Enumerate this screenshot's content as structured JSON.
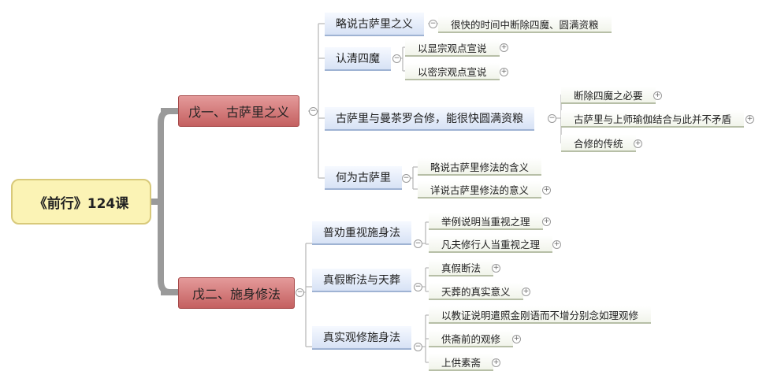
{
  "root": {
    "label": "《前行》124课"
  },
  "sections": [
    {
      "label": "戊一、古萨里之义",
      "children": [
        {
          "label": "略说古萨里之义",
          "children": [
            {
              "label": "很快的时间中断除四魔、圆满资粮",
              "expandable": false
            }
          ]
        },
        {
          "label": "认清四魔",
          "children": [
            {
              "label": "以显宗观点宣说",
              "expandable": true
            },
            {
              "label": "以密宗观点宣说",
              "expandable": true
            }
          ]
        },
        {
          "label": "古萨里与曼茶罗合修，能很快圆满资粮",
          "children": [
            {
              "label": "断除四魔之必要",
              "expandable": true
            },
            {
              "label": "古萨里与上师瑜伽结合与此并不矛盾",
              "expandable": true
            },
            {
              "label": "合修的传统",
              "expandable": true
            }
          ]
        },
        {
          "label": "何为古萨里",
          "children": [
            {
              "label": "略说古萨里修法的含义",
              "expandable": false
            },
            {
              "label": "详说古萨里修法的意义",
              "expandable": true
            }
          ]
        }
      ]
    },
    {
      "label": "戊二、施身修法",
      "children": [
        {
          "label": "普劝重视施身法",
          "children": [
            {
              "label": "举例说明当重视之理",
              "expandable": true
            },
            {
              "label": "凡夫修行人当重视之理",
              "expandable": true
            }
          ]
        },
        {
          "label": "真假断法与天葬",
          "children": [
            {
              "label": "真假断法",
              "expandable": true
            },
            {
              "label": "天葬的真实意义",
              "expandable": true
            }
          ]
        },
        {
          "label": "真实观修施身法",
          "children": [
            {
              "label": "以教证说明遣照金刚语而不增分别念如理观修",
              "expandable": false
            },
            {
              "label": "供斋前的观修",
              "expandable": true
            },
            {
              "label": "上供素斋",
              "expandable": true
            }
          ]
        }
      ]
    }
  ],
  "toggles": {
    "collapse": "−",
    "expand": "+"
  },
  "colors": {
    "root_fill": "#fbf3b5",
    "main_fill": "#d97a7a",
    "sub_fill": "#dce6f5",
    "leaf_fill": "#f4f6ee",
    "trunk": "#999999"
  }
}
